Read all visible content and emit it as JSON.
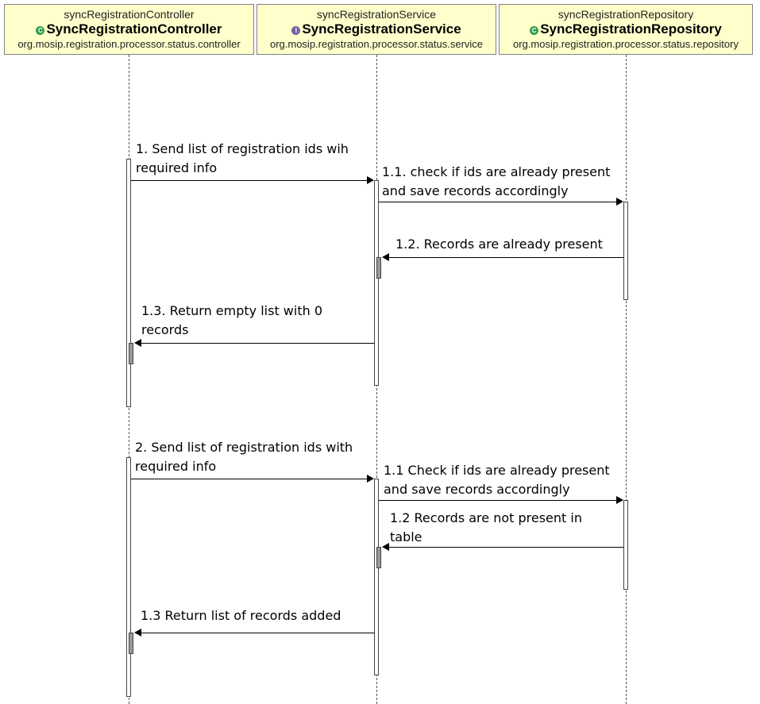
{
  "participants": [
    {
      "name": "syncRegistrationController",
      "type": "SyncRegistrationController",
      "package": "org.mosip.registration.processor.status.controller",
      "stereotype": "C"
    },
    {
      "name": "syncRegistrationService",
      "type": "SyncRegistrationService",
      "package": "org.mosip.registration.processor.status.service",
      "stereotype": "I"
    },
    {
      "name": "syncRegistrationRepository",
      "type": "SyncRegistrationRepository",
      "package": "org.mosip.registration.processor.status.repository",
      "stereotype": "C"
    }
  ],
  "messages": [
    {
      "text": "1. Send list of registration ids wih\nrequired info"
    },
    {
      "text": "1.1. check if ids are already present\nand save records accordingly"
    },
    {
      "text": "1.2. Records are already present"
    },
    {
      "text": "1.3. Return empty list with 0\nrecords"
    },
    {
      "text": "2. Send list of registration ids with\nrequired info"
    },
    {
      "text": "1.1 Check if ids are already present\nand save records accordingly"
    },
    {
      "text": "1.2 Records are not present in\ntable"
    },
    {
      "text": "1.3 Return list of records added"
    }
  ]
}
